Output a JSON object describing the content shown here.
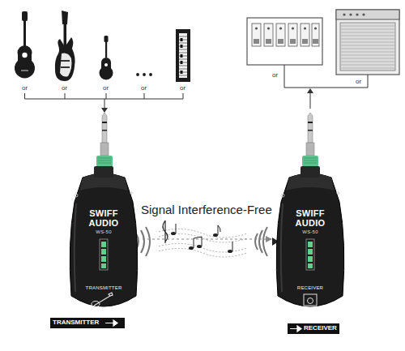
{
  "diagram": {
    "nodes": [
      {
        "text": [
          "SWIFF AUDIO",
          "WS-50",
          "TRANSMITTER"
        ]
      },
      {
        "text": [
          "SWIFF AUDIO",
          "WS-50",
          "RECEIVER"
        ]
      }
    ],
    "edges": [
      {
        "from": 0,
        "to": 1,
        "arrow": "to"
      }
    ],
    "labels": [
      "or",
      "or",
      "or",
      "or",
      "or",
      "or",
      "or",
      "Signal Interference-Free",
      "TRANSMITTER",
      "RECEIVER"
    ]
  }
}
